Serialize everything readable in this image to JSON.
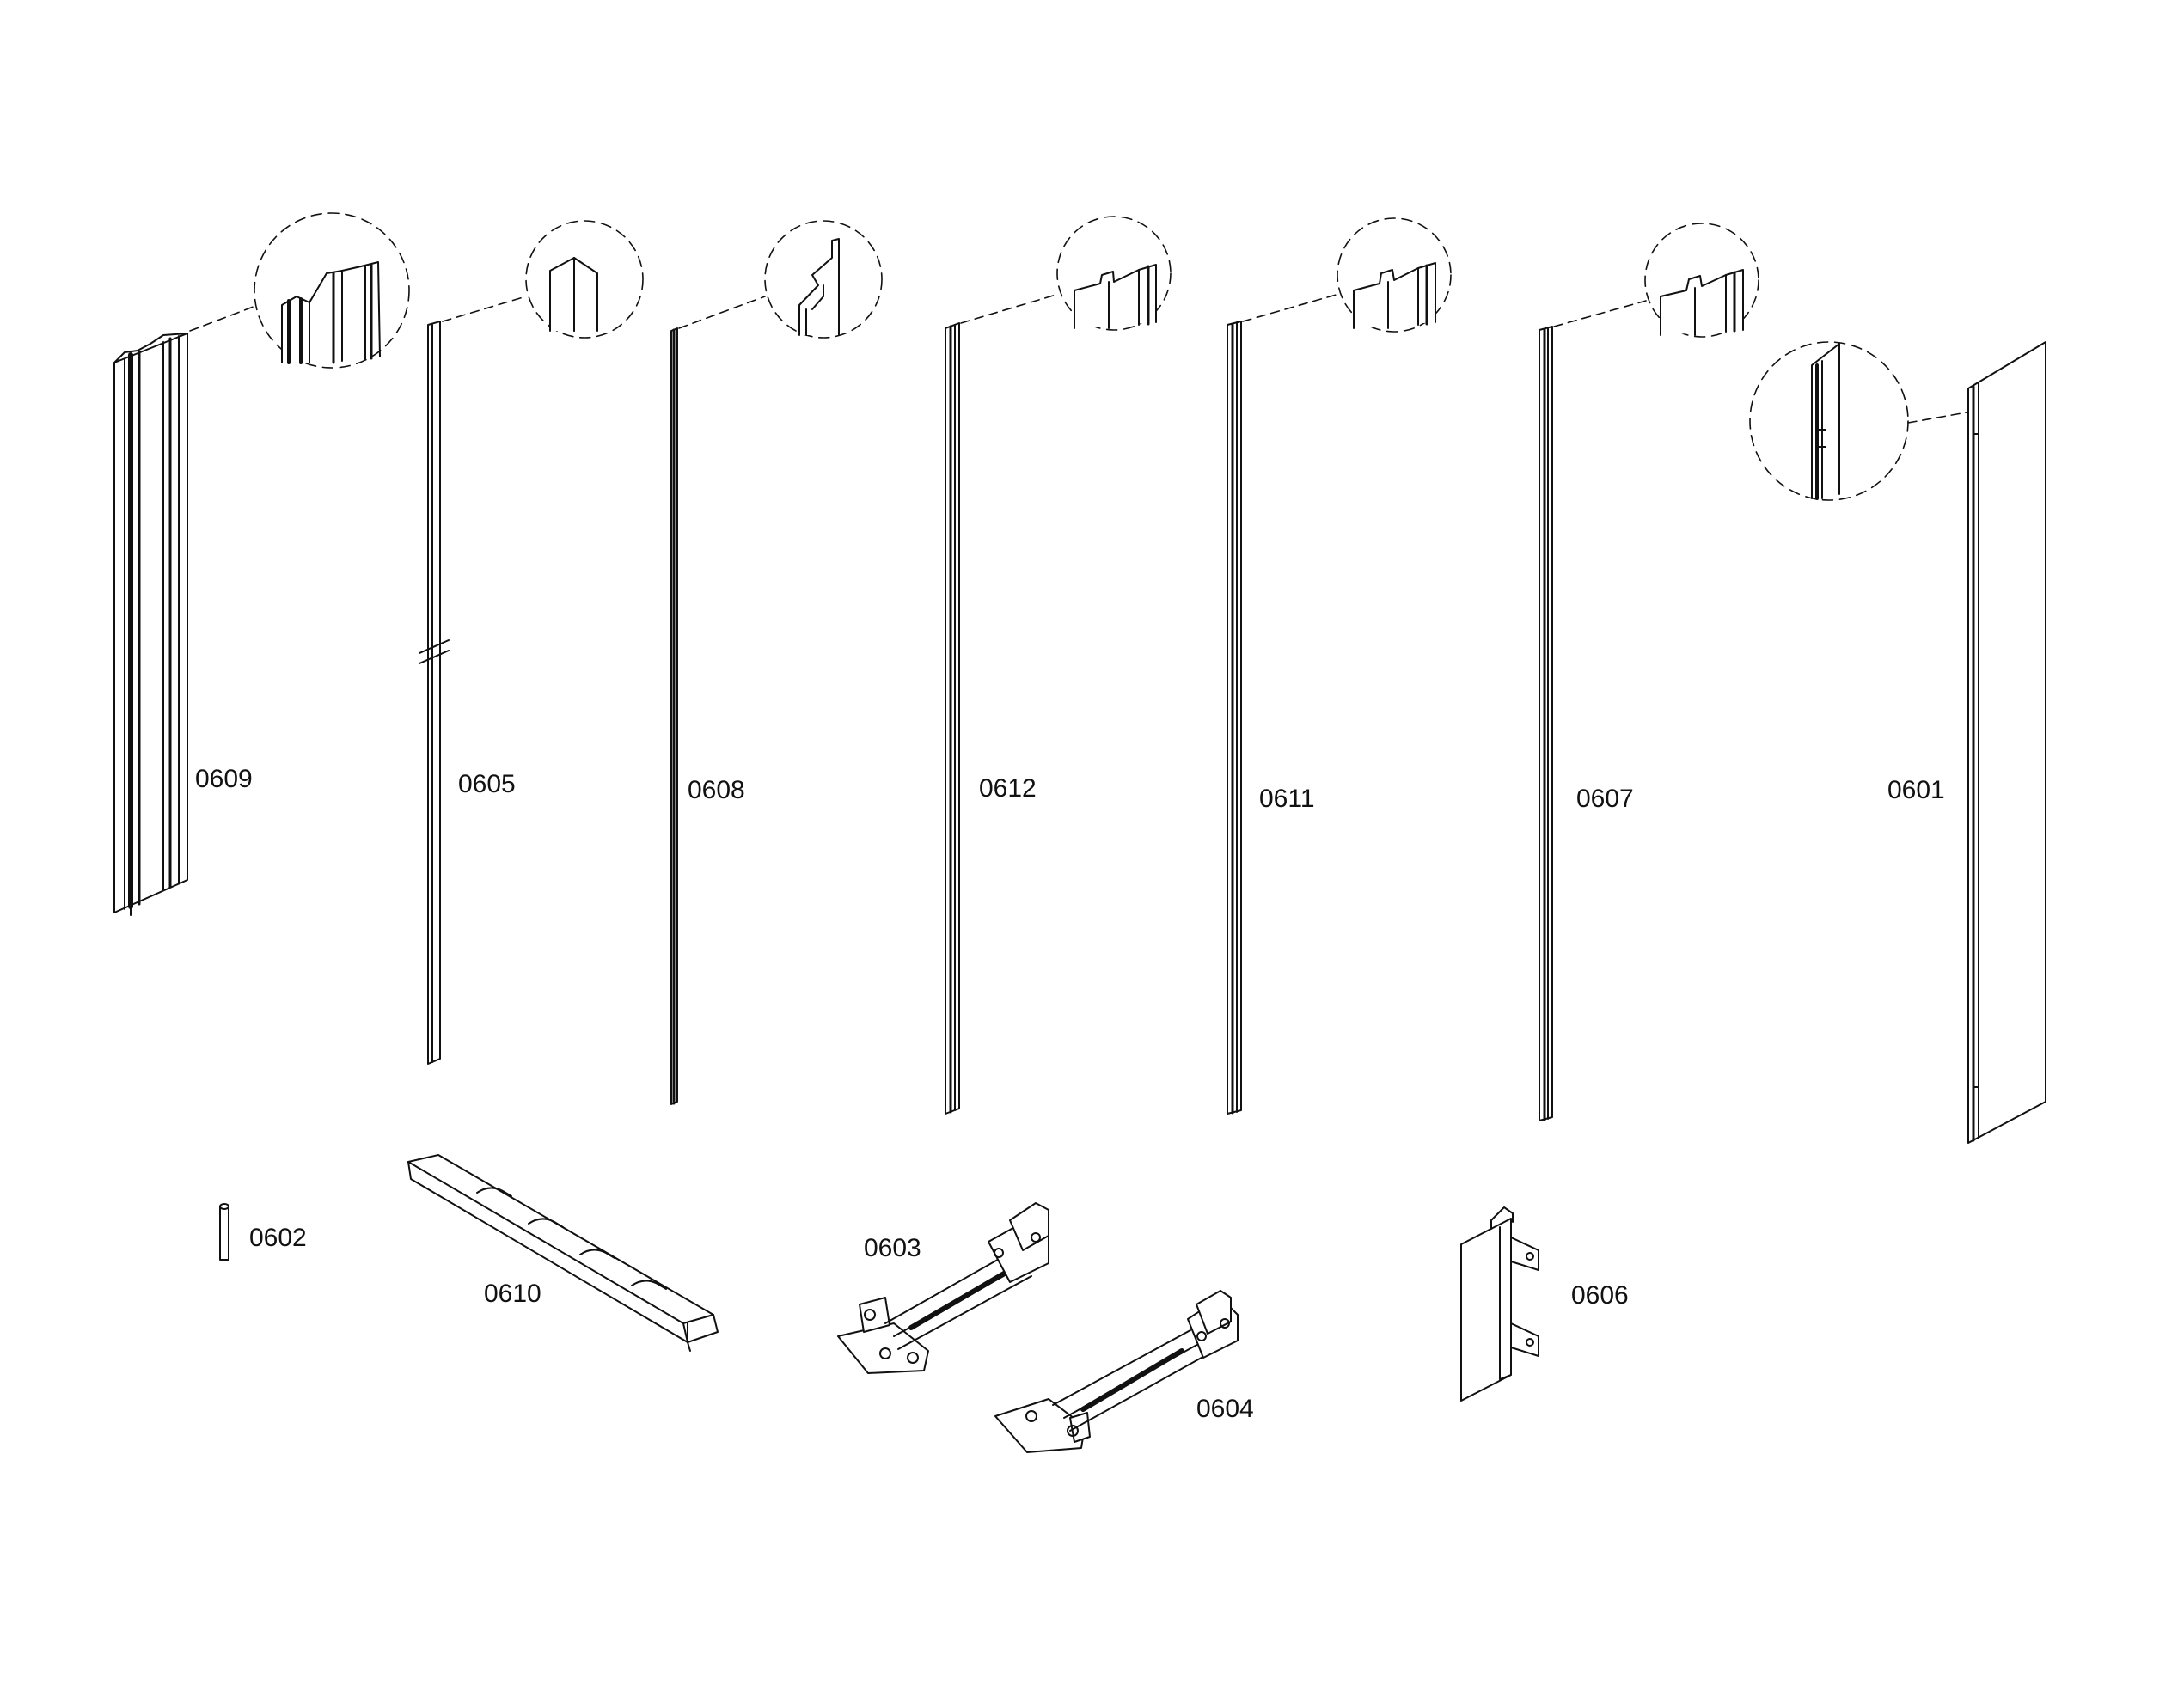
{
  "diagram": {
    "labels": {
      "p0609": "0609",
      "p0605": "0605",
      "p0608": "0608",
      "p0612": "0612",
      "p0611": "0611",
      "p0607": "0607",
      "p0601": "0601",
      "p0602": "0602",
      "p0610": "0610",
      "p0603": "0603",
      "p0604": "0604",
      "p0606": "0606"
    },
    "colors": {
      "line": "#111111",
      "dash": "#333333",
      "background": "#ffffff"
    }
  }
}
